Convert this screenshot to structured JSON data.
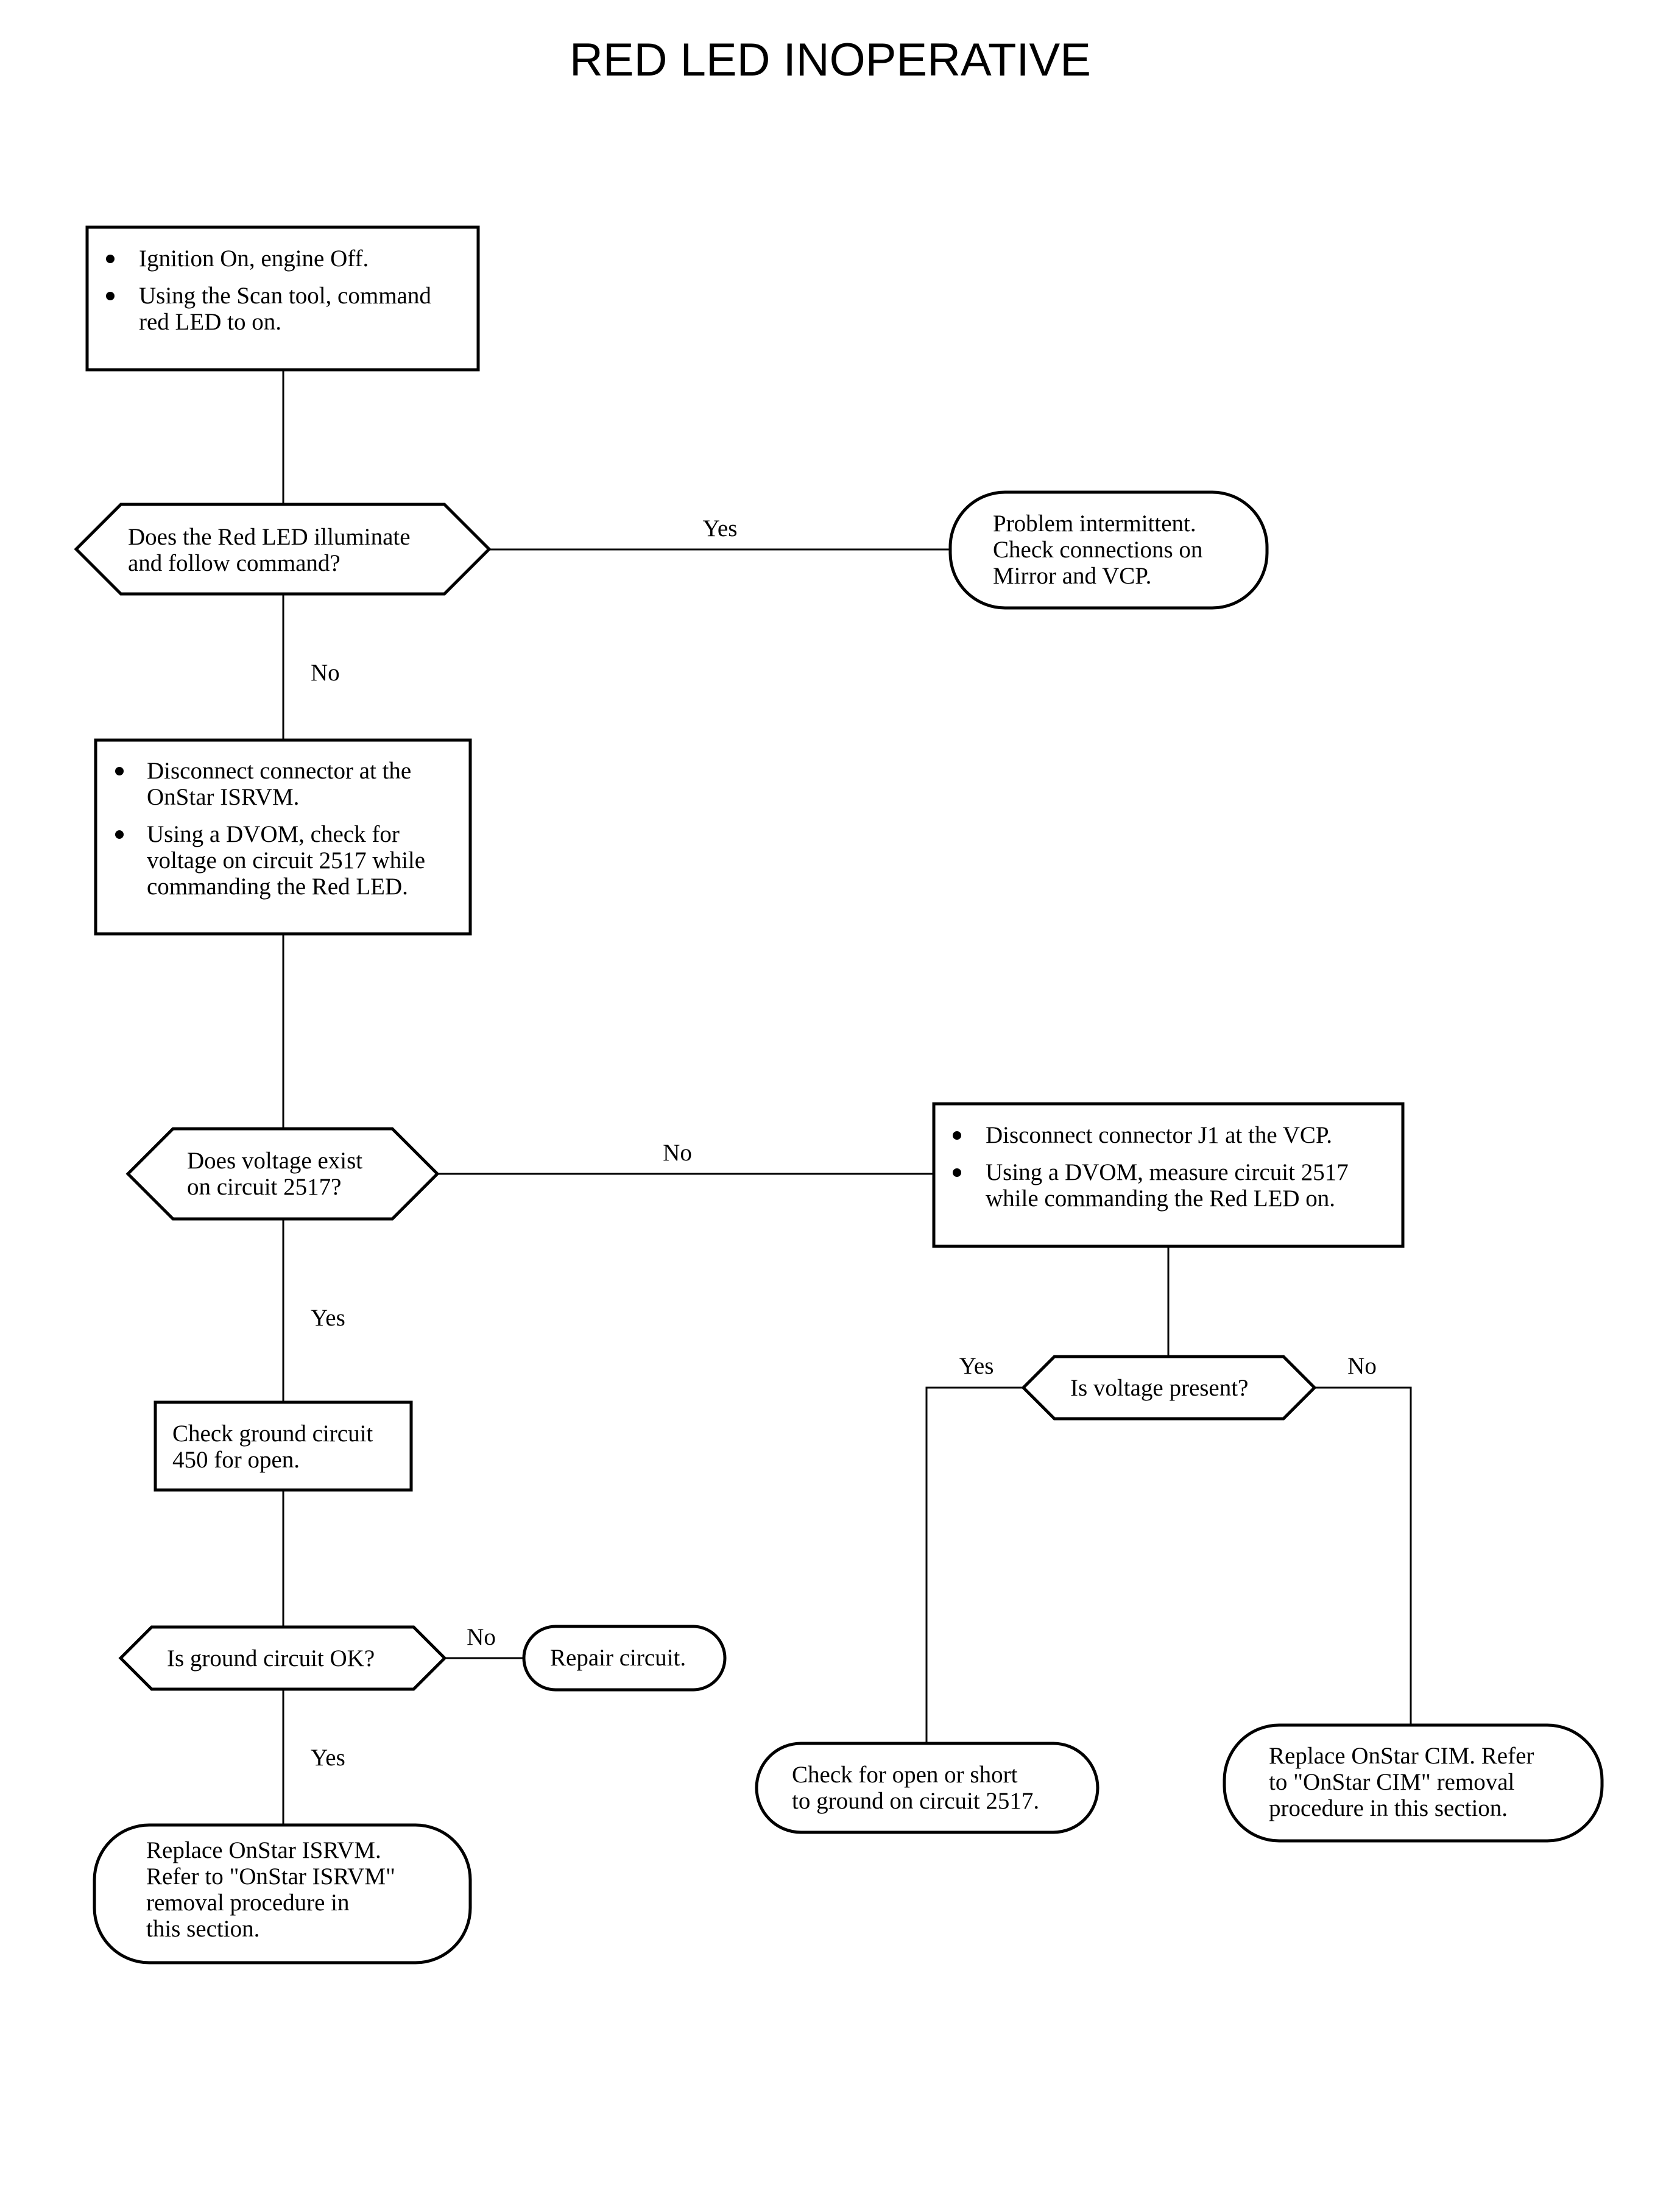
{
  "title": "RED LED INOPERATIVE",
  "nodes": {
    "step1": {
      "bullets": [
        [
          "Ignition On, engine Off."
        ],
        [
          "Using the Scan tool, command",
          "red LED to on."
        ]
      ]
    },
    "q1": {
      "lines": [
        "Does the Red LED illuminate",
        "and follow command?"
      ]
    },
    "end_intermittent": {
      "lines": [
        "Problem intermittent.",
        "Check connections on",
        "Mirror and VCP."
      ]
    },
    "step2": {
      "bullets": [
        [
          "Disconnect connector at the",
          "OnStar ISRVM."
        ],
        [
          "Using a DVOM, check for",
          "voltage on circuit 2517 while",
          "commanding the Red LED."
        ]
      ]
    },
    "q2": {
      "lines": [
        "Does voltage exist",
        "on circuit 2517?"
      ]
    },
    "step3": {
      "bullets": [
        [
          "Disconnect connector J1 at the VCP."
        ],
        [
          "Using a DVOM, measure circuit 2517",
          "while commanding the Red LED on."
        ]
      ]
    },
    "q3": {
      "lines": [
        "Is voltage present?"
      ]
    },
    "step4": {
      "lines": [
        "Check ground circuit",
        "450 for open."
      ]
    },
    "q4": {
      "lines": [
        "Is ground circuit OK?"
      ]
    },
    "end_repair": {
      "lines": [
        "Repair circuit."
      ]
    },
    "end_check_open": {
      "lines": [
        "Check for open or short",
        "to ground on circuit 2517."
      ]
    },
    "end_replace_cim": {
      "lines": [
        "Replace OnStar CIM. Refer",
        "to \"OnStar CIM\" removal",
        "procedure in this section."
      ]
    },
    "end_replace_isrvm": {
      "lines": [
        "Replace OnStar ISRVM.",
        "Refer to \"OnStar ISRVM\"",
        "removal procedure in",
        "this section."
      ]
    }
  },
  "edge_labels": {
    "q1_yes": "Yes",
    "q1_no": "No",
    "q2_no": "No",
    "q2_yes": "Yes",
    "q3_yes": "Yes",
    "q3_no": "No",
    "q4_no": "No",
    "q4_yes": "Yes"
  }
}
